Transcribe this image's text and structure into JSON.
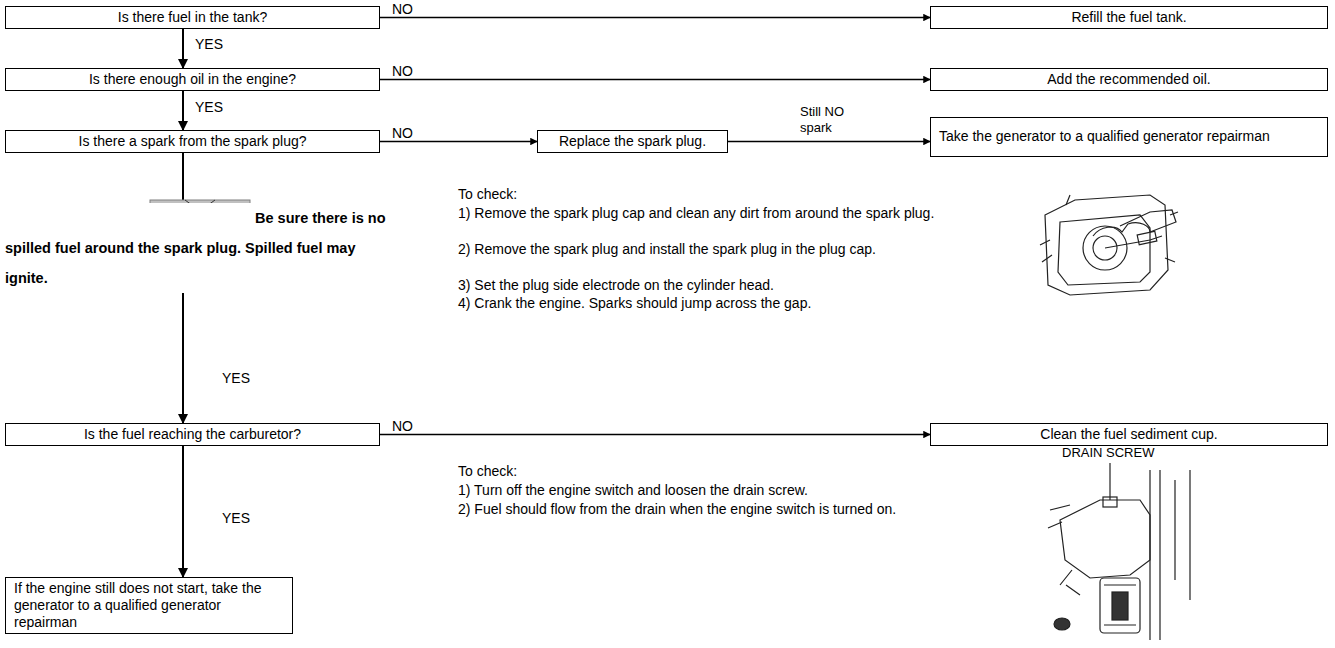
{
  "diagram": {
    "nodes": [
      {
        "text": [
          "Is there fuel in the tank?"
        ]
      },
      {
        "text": [
          "Refill the fuel tank."
        ]
      },
      {
        "text": [
          "Is there enough oil in the engine?"
        ]
      },
      {
        "text": [
          "Add the recommended oil."
        ]
      },
      {
        "text": [
          "Is there a spark from the spark plug?"
        ]
      },
      {
        "text": [
          "Replace the spark plug."
        ]
      },
      {
        "text": [
          "Take the generator to a qualified generator repairman"
        ]
      },
      {
        "text": [
          "Is the fuel reaching the carburetor?"
        ]
      },
      {
        "text": [
          "Clean the fuel sediment cup."
        ]
      },
      {
        "text": [
          "If the engine still does not start, take the generator to a qualified generator repairman"
        ]
      }
    ],
    "edges": [
      {
        "from": 0,
        "to": 1,
        "label": "NO",
        "arrow": "to"
      },
      {
        "from": 0,
        "to": 2,
        "label": "YES",
        "arrow": "to"
      },
      {
        "from": 2,
        "to": 3,
        "label": "NO",
        "arrow": "to"
      },
      {
        "from": 2,
        "to": 4,
        "label": "YES",
        "arrow": "to"
      },
      {
        "from": 4,
        "to": 5,
        "label": "NO",
        "arrow": "to"
      },
      {
        "from": 5,
        "to": 6,
        "label": "Still NO spark",
        "arrow": "to"
      },
      {
        "from": 4,
        "to": 7,
        "label": "YES",
        "arrow": "to"
      },
      {
        "from": 7,
        "to": 8,
        "label": "NO",
        "arrow": "to"
      },
      {
        "from": 7,
        "to": 9,
        "label": "YES",
        "arrow": "to"
      }
    ],
    "labels": [
      "Be sure there is no spilled fuel around the spark plug. Spilled fuel may ignite.",
      "To check:",
      "1) Remove the spark plug cap and clean any dirt from around the spark plug.",
      "2) Remove the spark plug and install the spark plug in the plug cap.",
      "3) Set the plug side electrode on the cylinder head.",
      "4) Crank the engine. Sparks should jump across the gap.",
      "To check:",
      "1) Turn off the engine switch and loosen the drain screw.",
      "2) Fuel should flow from the drain when the engine switch is turned on.",
      "DRAIN SCREW"
    ]
  }
}
